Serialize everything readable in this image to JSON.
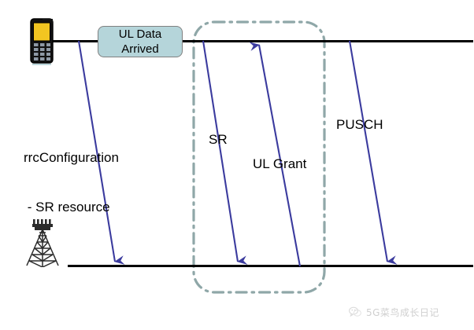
{
  "diagram": {
    "title": "SR / UL Grant / PUSCH scheduling request procedure",
    "background_color": "#ffffff",
    "timeline_color": "#000000",
    "arrow_color": "#3b3b9e",
    "highlight_box_fill": "#b5d5da",
    "highlight_box_border": "#808080",
    "dashdot_region_color": "#8fa7a8"
  },
  "actors": {
    "ue": {
      "icon": "mobile-phone-icon",
      "screen_color": "#ffcc00",
      "body_color": "#1a1a1a"
    },
    "enb": {
      "icon": "cell-tower-icon",
      "color": "#2b2b2b"
    }
  },
  "event_box": {
    "lines": [
      "UL Data",
      "Arrived"
    ],
    "line1": "UL Data",
    "line2": "Arrived"
  },
  "messages": [
    {
      "label": "rrcConfiguration\n - SR resource",
      "name": "rrc-configuration-arrow",
      "direction": "downlink"
    },
    {
      "label": "SR",
      "name": "sr-arrow",
      "direction": "uplink-drawn-down"
    },
    {
      "label": "UL Grant",
      "name": "ul-grant-arrow",
      "direction": "up"
    },
    {
      "label": "PUSCH",
      "name": "pusch-arrow",
      "direction": "downlink"
    }
  ],
  "labels": {
    "rrc_configuration_line1": "rrcConfiguration",
    "rrc_configuration_line2": " - SR resource",
    "sr": "SR",
    "ul_grant": "UL Grant",
    "pusch": "PUSCH"
  },
  "watermark": {
    "text": "5G菜鸟成长日记",
    "icon": "wechat-icon",
    "color": "#a8a8a8"
  }
}
